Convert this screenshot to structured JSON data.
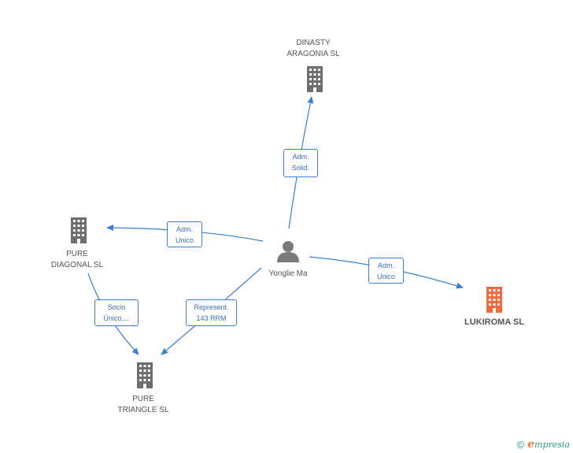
{
  "nodes": {
    "dinasty": {
      "label": "DINASTY\nARAGONIA SL",
      "kind": "company"
    },
    "pure_diagonal": {
      "label": "PURE\nDIAGONAL  SL",
      "kind": "company"
    },
    "pure_triangle": {
      "label": "PURE\nTRIANGLE  SL",
      "kind": "company"
    },
    "lukiroma": {
      "label": "LUKIROMA SL",
      "kind": "company-focus"
    },
    "yonglie": {
      "label": "Yonglie Ma",
      "kind": "person"
    }
  },
  "edges": {
    "to_dinasty": {
      "label": "Adm.\nSolid."
    },
    "to_pure_diagonal": {
      "label": "Adm.\nUnico"
    },
    "to_lukiroma": {
      "label": "Adm.\nUnico"
    },
    "to_pure_triangle": {
      "label": "Represent.\n143 RRM"
    },
    "diagonal_to_triangle": {
      "label": "Socio\nÚnico,..."
    }
  },
  "colors": {
    "edge": "#3a7fd5",
    "company": "#6e6e6e",
    "focus": "#f26a3d",
    "person": "#7a7a7a"
  },
  "footer": {
    "copyright": "©",
    "brand_initial": "e",
    "brand_rest": "mpresia"
  }
}
